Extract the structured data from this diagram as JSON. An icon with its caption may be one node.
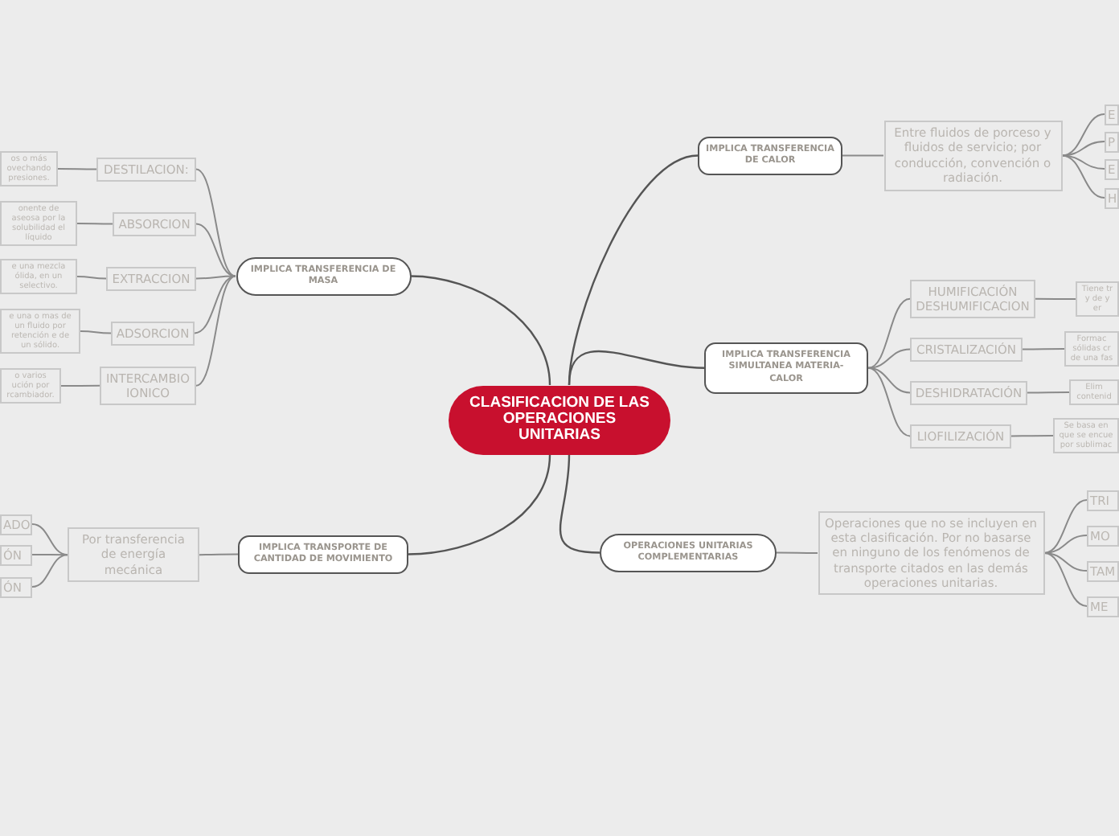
{
  "diagram": {
    "nodes": [
      {
        "text": [
          "CLASIFICACION DE LAS OPERACIONES UNITARIAS"
        ]
      },
      {
        "text": [
          "IMPLICA TRANSFERENCIA DE MASA"
        ]
      },
      {
        "text": [
          "DESTILACION:"
        ]
      },
      {
        "text": [
          "ABSORCION"
        ]
      },
      {
        "text": [
          "EXTRACCION"
        ]
      },
      {
        "text": [
          "ADSORCION"
        ]
      },
      {
        "text": [
          "INTERCAMBIO IONICO"
        ]
      },
      {
        "text": [
          "os o más ovechando presiones."
        ]
      },
      {
        "text": [
          "onente de aseosa por la solubilidad el líquido"
        ]
      },
      {
        "text": [
          "e una mezcla ólida, en un selectivo."
        ]
      },
      {
        "text": [
          "e una o mas de un fluido por retención e de un sólido."
        ]
      },
      {
        "text": [
          "o varios ución por rcambiador."
        ]
      },
      {
        "text": [
          "IMPLICA TRANSFERENCIA DE CALOR"
        ]
      },
      {
        "text": [
          "Entre fluidos de porceso y fluidos de servicio; por conducción, convención o radiación."
        ]
      },
      {
        "text": [
          "E"
        ]
      },
      {
        "text": [
          "P"
        ]
      },
      {
        "text": [
          "E"
        ]
      },
      {
        "text": [
          "H"
        ]
      },
      {
        "text": [
          "IMPLICA TRANSFERENCIA SIMULTANEA MATERIA-CALOR"
        ]
      },
      {
        "text": [
          "HUMIFICACIÓN DESHUMIFICACION"
        ]
      },
      {
        "text": [
          "CRISTALIZACIÓN"
        ]
      },
      {
        "text": [
          "DESHIDRATACIÓN"
        ]
      },
      {
        "text": [
          "LIOFILIZACIÓN"
        ]
      },
      {
        "text": [
          "Tiene tr y de y er"
        ]
      },
      {
        "text": [
          "Formac sólidas cr de una fas"
        ]
      },
      {
        "text": [
          "Elim contenid"
        ]
      },
      {
        "text": [
          "Se basa en que se encue por sublimac"
        ]
      },
      {
        "text": [
          "IMPLICA TRANSPORTE DE CANTIDAD DE MOVIMIENTO"
        ]
      },
      {
        "text": [
          "Por transferencia de energía mecánica"
        ]
      },
      {
        "text": [
          "ADO"
        ]
      },
      {
        "text": [
          "ÓN"
        ]
      },
      {
        "text": [
          "ÓN"
        ]
      },
      {
        "text": [
          "OPERACIONES UNITARIAS COMPLEMENTARIAS"
        ]
      },
      {
        "text": [
          "Operaciones que no se incluyen en esta clasificación. Por no basarse en ninguno de los fenómenos de transporte citados en las demás operaciones unitarias."
        ]
      },
      {
        "text": [
          "TRI"
        ]
      },
      {
        "text": [
          "MO"
        ]
      },
      {
        "text": [
          "TAM"
        ]
      },
      {
        "text": [
          "ME"
        ]
      }
    ],
    "edges": [
      {
        "from": 0,
        "to": 1,
        "arrow": "none"
      },
      {
        "from": 0,
        "to": 12,
        "arrow": "none"
      },
      {
        "from": 0,
        "to": 18,
        "arrow": "none"
      },
      {
        "from": 0,
        "to": 27,
        "arrow": "none"
      },
      {
        "from": 0,
        "to": 32,
        "arrow": "none"
      },
      {
        "from": 1,
        "to": 2,
        "arrow": "none"
      },
      {
        "from": 1,
        "to": 3,
        "arrow": "none"
      },
      {
        "from": 1,
        "to": 4,
        "arrow": "none"
      },
      {
        "from": 1,
        "to": 5,
        "arrow": "none"
      },
      {
        "from": 1,
        "to": 6,
        "arrow": "none"
      },
      {
        "from": 2,
        "to": 7,
        "arrow": "none"
      },
      {
        "from": 3,
        "to": 8,
        "arrow": "none"
      },
      {
        "from": 4,
        "to": 9,
        "arrow": "none"
      },
      {
        "from": 5,
        "to": 10,
        "arrow": "none"
      },
      {
        "from": 6,
        "to": 11,
        "arrow": "none"
      },
      {
        "from": 12,
        "to": 13,
        "arrow": "none"
      },
      {
        "from": 13,
        "to": 14,
        "arrow": "none"
      },
      {
        "from": 13,
        "to": 15,
        "arrow": "none"
      },
      {
        "from": 13,
        "to": 16,
        "arrow": "none"
      },
      {
        "from": 13,
        "to": 17,
        "arrow": "none"
      },
      {
        "from": 18,
        "to": 19,
        "arrow": "none"
      },
      {
        "from": 18,
        "to": 20,
        "arrow": "none"
      },
      {
        "from": 18,
        "to": 21,
        "arrow": "none"
      },
      {
        "from": 18,
        "to": 22,
        "arrow": "none"
      },
      {
        "from": 19,
        "to": 23,
        "arrow": "none"
      },
      {
        "from": 20,
        "to": 24,
        "arrow": "none"
      },
      {
        "from": 21,
        "to": 25,
        "arrow": "none"
      },
      {
        "from": 22,
        "to": 26,
        "arrow": "none"
      },
      {
        "from": 27,
        "to": 28,
        "arrow": "none"
      },
      {
        "from": 28,
        "to": 29,
        "arrow": "none"
      },
      {
        "from": 28,
        "to": 30,
        "arrow": "none"
      },
      {
        "from": 28,
        "to": 31,
        "arrow": "none"
      },
      {
        "from": 32,
        "to": 33,
        "arrow": "none"
      },
      {
        "from": 33,
        "to": 34,
        "arrow": "none"
      },
      {
        "from": 33,
        "to": 35,
        "arrow": "none"
      },
      {
        "from": 33,
        "to": 36,
        "arrow": "none"
      },
      {
        "from": 33,
        "to": 37,
        "arrow": "none"
      }
    ]
  }
}
